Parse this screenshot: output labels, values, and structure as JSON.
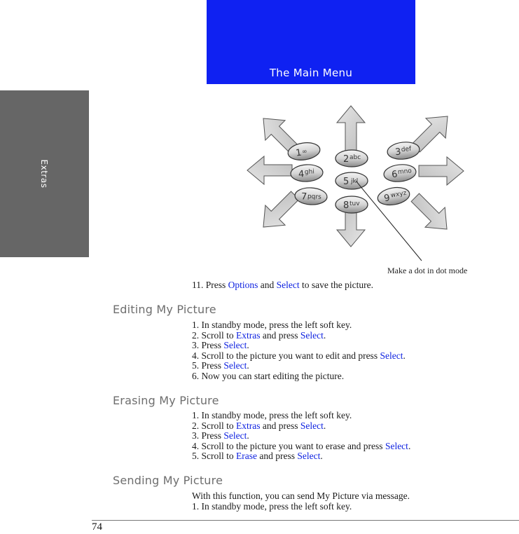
{
  "side_tab": {
    "label": "Extras"
  },
  "screen": {
    "title": "The Main Menu",
    "color": "#0f21f2"
  },
  "keypad": {
    "keys": [
      {
        "digit": "1",
        "letters": "∞"
      },
      {
        "digit": "2",
        "letters": "abc"
      },
      {
        "digit": "3",
        "letters": "def"
      },
      {
        "digit": "4",
        "letters": "ghi"
      },
      {
        "digit": "5",
        "letters": "jkl"
      },
      {
        "digit": "6",
        "letters": "mno"
      },
      {
        "digit": "7",
        "letters": "pqrs"
      },
      {
        "digit": "8",
        "letters": "tuv"
      },
      {
        "digit": "9",
        "letters": "wxyz"
      }
    ],
    "arrow_icons": [
      "arrow-up-left-icon",
      "arrow-up-icon",
      "arrow-up-right-icon",
      "arrow-left-icon",
      "arrow-right-icon",
      "arrow-down-left-icon",
      "arrow-down-icon",
      "arrow-down-right-icon"
    ],
    "caption": "Make a dot in dot mode"
  },
  "intro_step": [
    {
      "t": "11. Press "
    },
    {
      "t": "Options",
      "k": true
    },
    {
      "t": " and "
    },
    {
      "t": "Select",
      "k": true
    },
    {
      "t": " to save the picture."
    }
  ],
  "sections": [
    {
      "heading": "Editing My Picture",
      "lines": [
        [
          {
            "t": "1. In standby mode, press the left soft key."
          }
        ],
        [
          {
            "t": "2. Scroll to "
          },
          {
            "t": "Extras",
            "k": true
          },
          {
            "t": " and press "
          },
          {
            "t": "Select",
            "k": true
          },
          {
            "t": "."
          }
        ],
        [
          {
            "t": "3. Press "
          },
          {
            "t": "Select",
            "k": true
          },
          {
            "t": "."
          }
        ],
        [
          {
            "t": "4. Scroll to the picture you want to edit and press "
          },
          {
            "t": "Select",
            "k": true
          },
          {
            "t": "."
          }
        ],
        [
          {
            "t": "5. Press "
          },
          {
            "t": "Select",
            "k": true
          },
          {
            "t": "."
          }
        ],
        [
          {
            "t": "6. Now you can start editing the picture."
          }
        ]
      ]
    },
    {
      "heading": "Erasing My Picture",
      "lines": [
        [
          {
            "t": "1. In standby mode, press the left soft key."
          }
        ],
        [
          {
            "t": "2. Scroll to "
          },
          {
            "t": "Extras",
            "k": true
          },
          {
            "t": " and press "
          },
          {
            "t": "Select",
            "k": true
          },
          {
            "t": "."
          }
        ],
        [
          {
            "t": "3. Press "
          },
          {
            "t": "Select",
            "k": true
          },
          {
            "t": "."
          }
        ],
        [
          {
            "t": "4. Scroll to the picture you want to erase and press "
          },
          {
            "t": "Select",
            "k": true
          },
          {
            "t": "."
          }
        ],
        [
          {
            "t": "5. Scroll to "
          },
          {
            "t": "Erase",
            "k": true
          },
          {
            "t": " and press "
          },
          {
            "t": "Select",
            "k": true
          },
          {
            "t": "."
          }
        ]
      ]
    },
    {
      "heading": "Sending My Picture",
      "lines": [
        [
          {
            "t": "With this function, you can send My Picture via message."
          }
        ],
        [
          {
            "t": "1. In standby mode, press the left soft key."
          }
        ]
      ]
    }
  ],
  "footer": {
    "page_number": "74"
  },
  "colors": {
    "keyword": "#0a1ee0",
    "heading": "#6e6e6e",
    "side_tab": "#666666"
  }
}
